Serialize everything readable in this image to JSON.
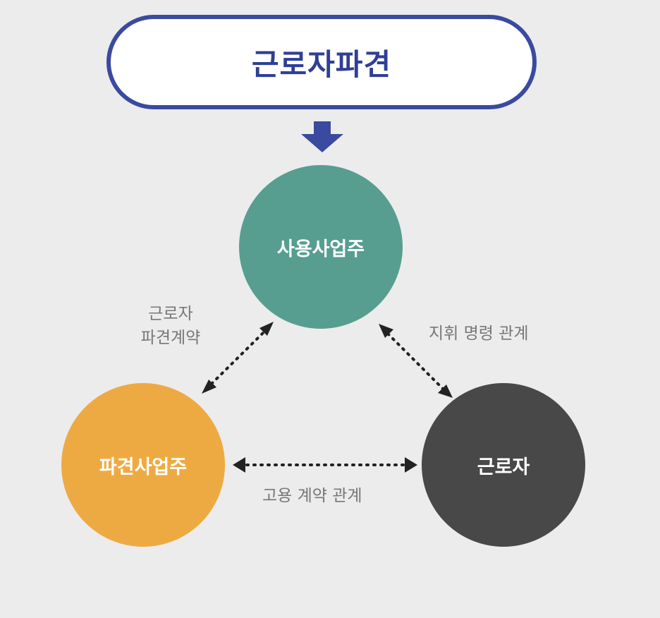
{
  "title": "근로자파견",
  "colors": {
    "title_border": "#3a4aa0",
    "title_text": "#2f3f95",
    "user_company": "#579e91",
    "dispatch_company": "#eeaa42",
    "worker": "#484848",
    "relation_text": "#777777",
    "arrow": "#222222"
  },
  "nodes": {
    "user_company": "사용사업주",
    "dispatch_company": "파견사업주",
    "worker": "근로자"
  },
  "relations": {
    "dispatch_contract_line1": "근로자",
    "dispatch_contract_line2": "파견계약",
    "command": "지휘 명령 관계",
    "employment": "고용 계약 관계"
  }
}
